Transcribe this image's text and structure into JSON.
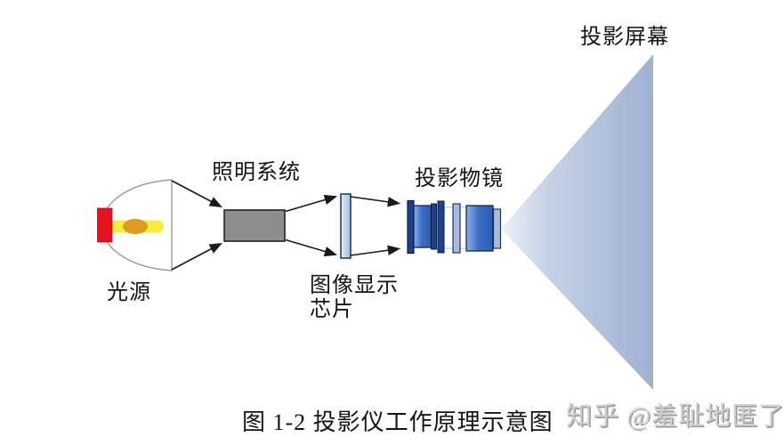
{
  "figure": {
    "caption": "图 1-2  投影仪工作原理示意图",
    "watermark": "知乎 @羞耻地匿了"
  },
  "labels": {
    "light_source": "光源",
    "illumination_system": "照明系统",
    "display_chip_line1": "图像显示",
    "display_chip_line2": "芯片",
    "projection_lens": "投影物镜",
    "projection_screen": "投影屏幕"
  },
  "colors": {
    "lamp_red": "#e8111f",
    "beam_yellow": "#f6ec3a",
    "filament_orange": "#df9a20",
    "reflector_outline": "#9a9a9a",
    "illumination_gray": "#8d8d8d",
    "line_black": "#1a1a1a",
    "chip_fill": "#c3d7ea",
    "chip_border": "#17355f",
    "lens_blue": "#3e6fc6",
    "lens_highlight": "#8fb0e8",
    "lens_dark_blue": "#1d4090",
    "lens_light_blue": "#a8bbdf",
    "lens_border": "#0c1c3a",
    "cone_light": "#edf1f8",
    "cone_mid": "#c6d2e6",
    "cone_dark": "#9fb1d1",
    "watermark_gray": "#d0d0d0"
  }
}
